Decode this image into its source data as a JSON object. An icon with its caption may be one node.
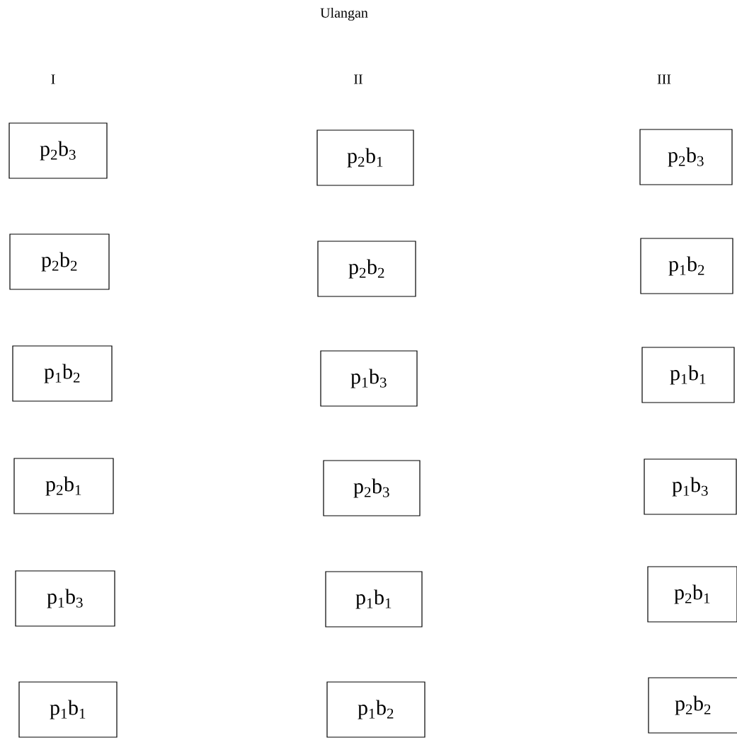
{
  "diagram": {
    "title": "Ulangan",
    "nodes": [
      {
        "text": [
          "p$_{2}$b$_{3}$"
        ]
      },
      {
        "text": [
          "p$_{2}$b$_{1}$"
        ]
      },
      {
        "text": [
          "p$_{2}$b$_{3}$"
        ]
      },
      {
        "text": [
          "p$_{2}$b$_{2}$"
        ]
      },
      {
        "text": [
          "p$_{2}$b$_{2}$"
        ]
      },
      {
        "text": [
          "p$_{1}$b$_{2}$"
        ]
      },
      {
        "text": [
          "p$_{1}$b$_{2}$"
        ]
      },
      {
        "text": [
          "p$_{1}$b$_{3}$"
        ]
      },
      {
        "text": [
          "p$_{1}$b$_{1}$"
        ]
      },
      {
        "text": [
          "p$_{2}$b$_{1}$"
        ]
      },
      {
        "text": [
          "p$_{2}$b$_{3}$"
        ]
      },
      {
        "text": [
          "p$_{1}$b$_{3}$"
        ]
      },
      {
        "text": [
          "p$_{1}$b$_{3}$"
        ]
      },
      {
        "text": [
          "p$_{1}$b$_{1}$"
        ]
      },
      {
        "text": [
          "p$_{2}$b$_{1}$"
        ]
      },
      {
        "text": [
          "p$_{1}$b$_{1}$"
        ]
      },
      {
        "text": [
          "p$_{1}$b$_{2}$"
        ]
      },
      {
        "text": [
          "p$_{2}$b$_{2}$"
        ]
      }
    ],
    "labels": [
      "I",
      "II",
      "III"
    ]
  }
}
